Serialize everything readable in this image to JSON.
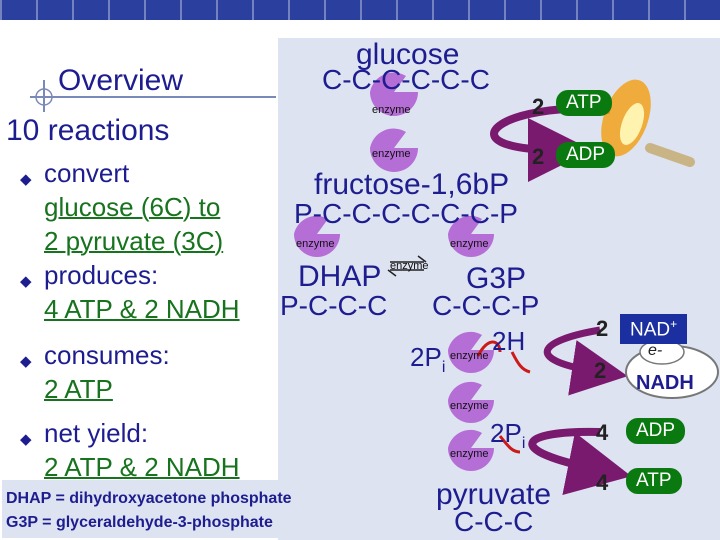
{
  "slide": {
    "title": "Overview",
    "subtitle": "10 reactions",
    "bullets": [
      {
        "label": "convert",
        "lines": [
          "glucose (6C) to",
          "2 pyruvate (3C)"
        ]
      },
      {
        "label": "produces:",
        "lines": [
          "4 ATP & 2 NADH"
        ]
      },
      {
        "label": "consumes:",
        "lines": [
          "2 ATP"
        ]
      },
      {
        "label": "net yield:",
        "lines": [
          "2 ATP & 2 NADH"
        ]
      }
    ],
    "legend": {
      "line1": "DHAP = dihydroxyacetone phosphate",
      "line2": "G3P = glyceraldehyde-3-phosphate"
    }
  },
  "diagram": {
    "glucose": {
      "name": "glucose",
      "structure": "C-C-C-C-C-C"
    },
    "fructose": {
      "name": "fructose-1,6bP",
      "structure": "P-C-C-C-C-C-C-P"
    },
    "dhap": {
      "name": "DHAP",
      "structure": "P-C-C-C"
    },
    "g3p": {
      "name": "G3P",
      "structure": "C-C-C-P"
    },
    "pyruvate": {
      "name": "pyruvate",
      "structure": "C-C-C"
    },
    "enzyme_label": "enzyme",
    "pi_1": {
      "main": "2P",
      "sub": "i"
    },
    "h": "2H",
    "pi_2": {
      "main": "2P",
      "sub": "i"
    },
    "inputs": {
      "atp_in": {
        "count": "2",
        "label": "ATP"
      },
      "adp_out": {
        "count": "2",
        "label": "ADP"
      },
      "nad_in": {
        "count": "2",
        "label": "NAD",
        "sup": "+"
      },
      "nadh_out": {
        "count": "2",
        "label": "NADH"
      },
      "adp_in": {
        "count": "4",
        "label": "ADP"
      },
      "atp_out": {
        "count": "4",
        "label": "ATP"
      }
    },
    "electron": "e-",
    "colors": {
      "navy": "#1d1d8f",
      "green": "#0a7a10",
      "panel": "#dde3f1",
      "enzyme": "#b56ed6",
      "arrow": "#7a1a6e"
    }
  }
}
